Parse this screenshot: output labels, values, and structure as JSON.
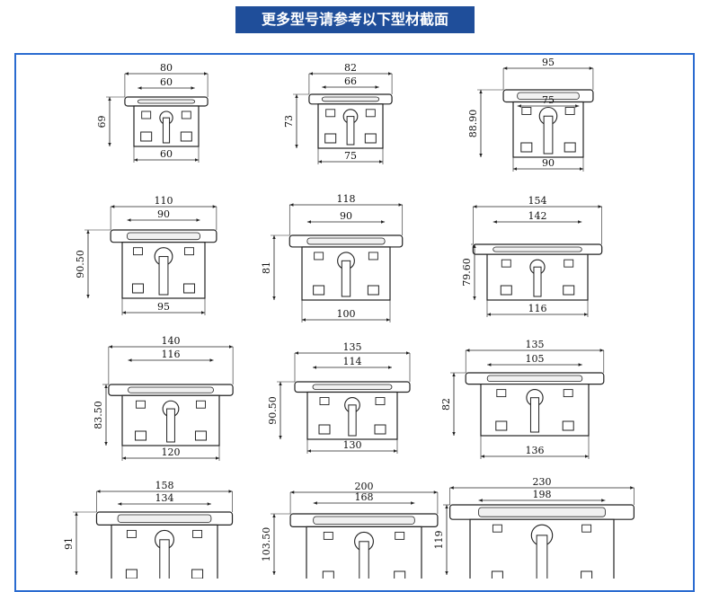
{
  "header": {
    "title": "更多型号请参考以下型材截面"
  },
  "colors": {
    "banner_bg": "#1f4e9a",
    "frame_border": "#2a6bd0",
    "line": "#222222"
  },
  "profiles": [
    {
      "top_outer": "80",
      "top_inner": "60",
      "height": "69",
      "bottom": "60"
    },
    {
      "top_outer": "82",
      "top_inner": "66",
      "height": "73",
      "bottom": "75"
    },
    {
      "top_outer": "95",
      "top_inner": "75",
      "height": "88.90",
      "bottom": "90"
    },
    {
      "top_outer": "110",
      "top_inner": "90",
      "height": "90.50",
      "bottom": "95"
    },
    {
      "top_outer": "118",
      "top_inner": "90",
      "height": "81",
      "bottom": "100"
    },
    {
      "top_outer": "154",
      "top_inner": "142",
      "height": "79.60",
      "bottom": "116"
    },
    {
      "top_outer": "140",
      "top_inner": "116",
      "height": "83.50",
      "bottom": "120"
    },
    {
      "top_outer": "135",
      "top_inner": "114",
      "height": "90.50",
      "bottom": "130"
    },
    {
      "top_outer": "135",
      "top_inner": "105",
      "height": "82",
      "bottom": "136"
    },
    {
      "top_outer": "158",
      "top_inner": "134",
      "height": "91",
      "bottom": ""
    },
    {
      "top_outer": "200",
      "top_inner": "168",
      "height": "103.50",
      "bottom": ""
    },
    {
      "top_outer": "230",
      "top_inner": "198",
      "height": "119",
      "bottom": ""
    }
  ]
}
